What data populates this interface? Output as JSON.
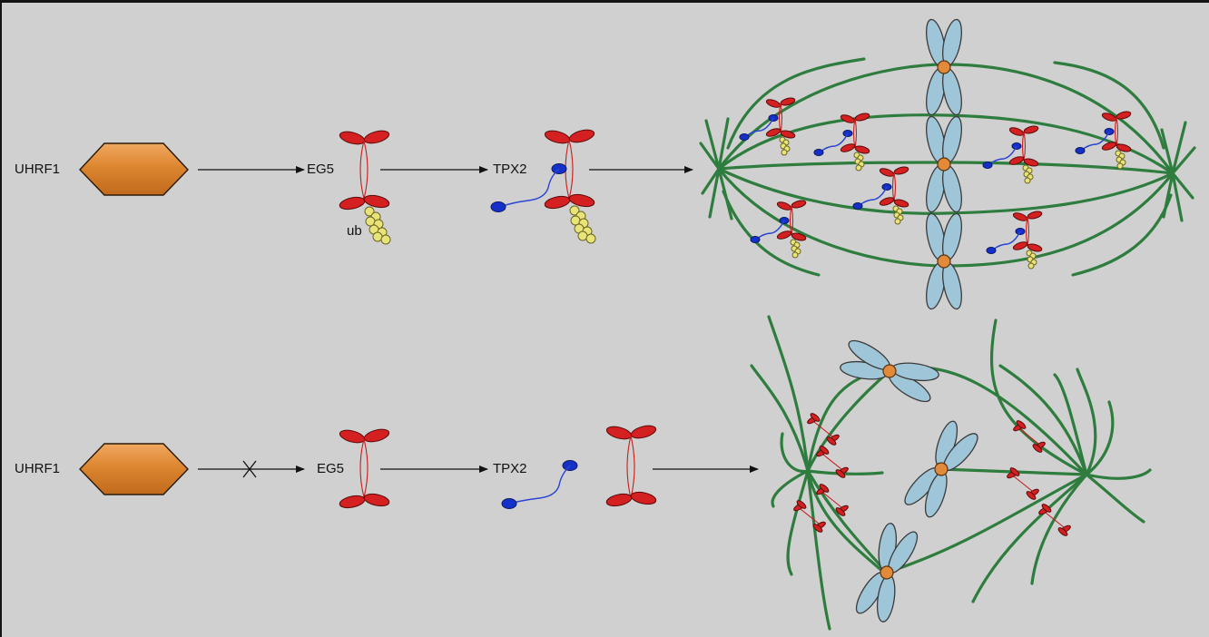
{
  "top_row": {
    "uhrf1_label": "UHRF1",
    "eg5_label": "EG5",
    "ub_label": "ub",
    "tpx2_label": "TPX2"
  },
  "bottom_row": {
    "uhrf1_label": "UHRF1",
    "eg5_label": "EG5",
    "tpx2_label": "TPX2"
  },
  "colors": {
    "background": "#d0d0d0",
    "uhrf1_hexagon": "#d9822b",
    "eg5_motor": "#d42020",
    "ubiquitin": "#e9e47a",
    "tpx2": "#1530c8",
    "microtubule": "#2e7d3e",
    "chromosome": "#9fc6d8",
    "centromere": "#e08a3a"
  }
}
